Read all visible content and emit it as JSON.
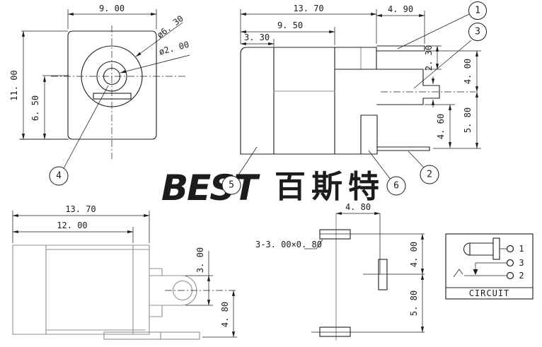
{
  "colors": {
    "line": "#1c1c1c",
    "gray": "#8f8f8f",
    "watermark_latin": "#c6e2f2",
    "watermark_cjk": "#d3e8f6"
  },
  "watermark": {
    "latin": "BEST",
    "cjk": "百斯特"
  },
  "front_view": {
    "width": "9. 00",
    "height": "11. 00",
    "center_to_base": "6. 50",
    "outer_diameter": "ø6. 30",
    "pin_diameter": "ø2. 00",
    "callout_4": "4"
  },
  "side_view": {
    "overall_length": "13. 70",
    "body_length": "9. 50",
    "flange": "3. 30",
    "terminal_length": "4. 90",
    "dim_2_30": "2. 30",
    "dim_4_00": "4. 00",
    "dim_5_80": "5. 80",
    "dim_4_60": "4. 60",
    "callout_1": "1",
    "callout_2": "2",
    "callout_3": "3",
    "callout_5": "5",
    "callout_6": "6"
  },
  "bottom_view": {
    "overall_length": "13. 70",
    "body_length": "12. 00",
    "tab_width": "3. 00",
    "tab_offset": "4. 80"
  },
  "footprint_view": {
    "hole_note": "3-3. 00×0. 80",
    "pitch_x": "4. 80",
    "pitch_y_upper": "4. 00",
    "pitch_y_lower": "5. 80"
  },
  "circuit_panel": {
    "title": "CIRCUIT",
    "pin_1": "1",
    "pin_2": "2",
    "pin_3": "3"
  }
}
